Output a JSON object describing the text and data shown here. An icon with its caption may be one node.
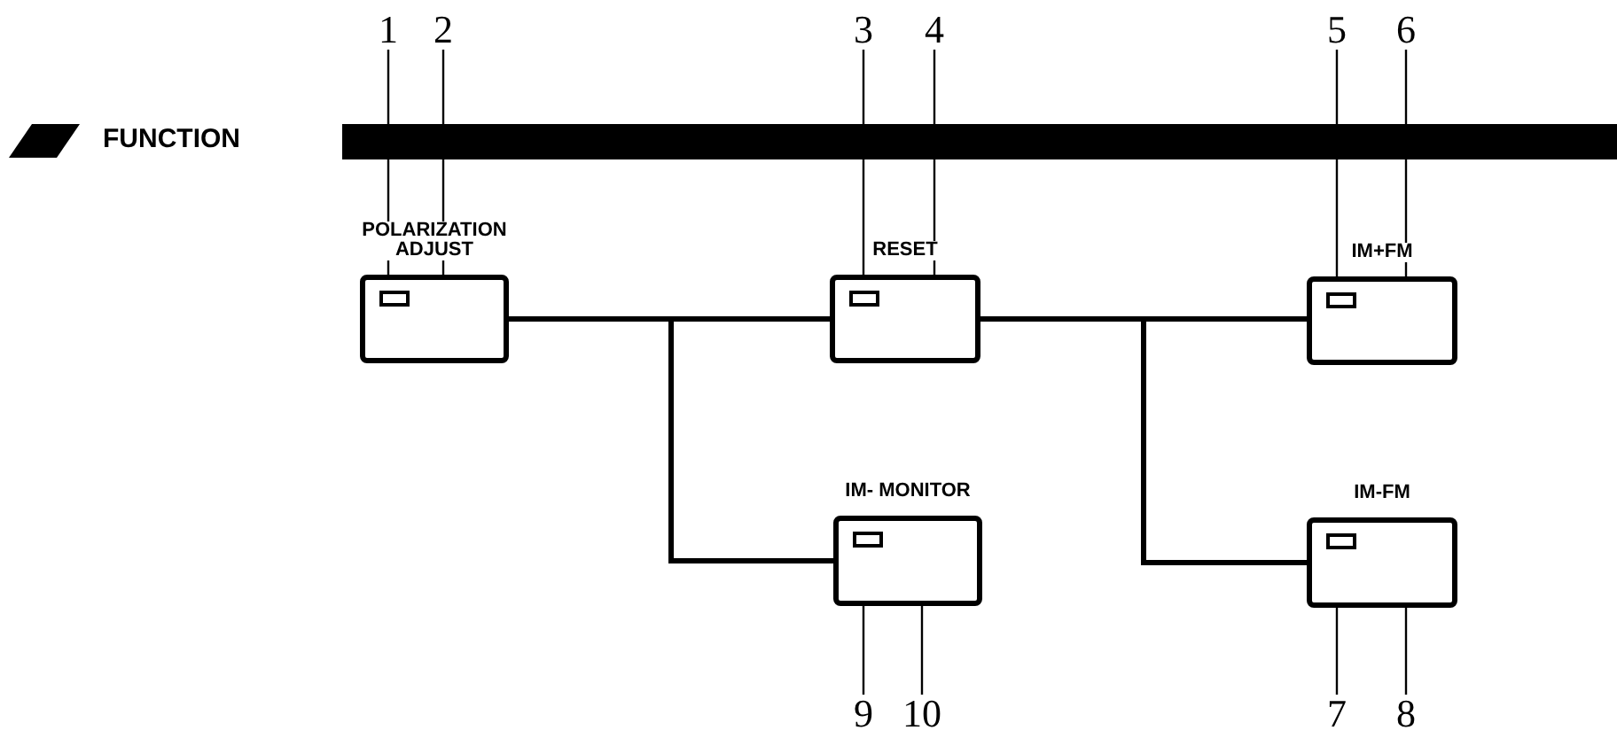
{
  "diagram": {
    "title": "FUNCTION",
    "nodes": [
      {
        "text": [
          "POLARIZATION ADJUST"
        ]
      },
      {
        "text": [],
        "shape": "box",
        "in": 0
      },
      {
        "text": [
          "RESET"
        ]
      },
      {
        "text": [],
        "shape": "box",
        "in": 2
      },
      {
        "text": [
          "IM+FM"
        ]
      },
      {
        "text": [],
        "shape": "box",
        "in": 4
      },
      {
        "text": [
          "IM- MONITOR"
        ]
      },
      {
        "text": [],
        "shape": "box",
        "in": 6
      },
      {
        "text": [
          "IM-FM"
        ]
      },
      {
        "text": [],
        "shape": "box",
        "in": 8
      },
      {
        "text": [
          "1"
        ]
      },
      {
        "text": [
          "2"
        ]
      },
      {
        "text": [
          "3"
        ]
      },
      {
        "text": [
          "4"
        ]
      },
      {
        "text": [
          "5"
        ]
      },
      {
        "text": [
          "6"
        ]
      },
      {
        "text": [
          "7"
        ]
      },
      {
        "text": [
          "8"
        ]
      },
      {
        "text": [
          "9"
        ]
      },
      {
        "text": [
          "10"
        ]
      }
    ],
    "edges": [
      {
        "from": 0,
        "to": 2,
        "arrow": "none",
        "style": "thick"
      },
      {
        "from": 0,
        "to": 6,
        "arrow": "none",
        "style": "thick"
      },
      {
        "from": 2,
        "to": 4,
        "arrow": "none",
        "style": "thick"
      },
      {
        "from": 2,
        "to": 8,
        "arrow": "none",
        "style": "thick"
      },
      {
        "from": 10,
        "to": 1,
        "arrow": "none"
      },
      {
        "from": 11,
        "to": 0,
        "arrow": "none"
      },
      {
        "from": 12,
        "to": 3,
        "arrow": "none"
      },
      {
        "from": 13,
        "to": 2,
        "arrow": "none"
      },
      {
        "from": 14,
        "to": 5,
        "arrow": "none"
      },
      {
        "from": 15,
        "to": 4,
        "arrow": "none"
      },
      {
        "from": 16,
        "to": 9,
        "arrow": "none"
      },
      {
        "from": 17,
        "to": 8,
        "arrow": "none"
      },
      {
        "from": 18,
        "to": 7,
        "arrow": "none"
      },
      {
        "from": 19,
        "to": 6,
        "arrow": "none"
      }
    ]
  }
}
